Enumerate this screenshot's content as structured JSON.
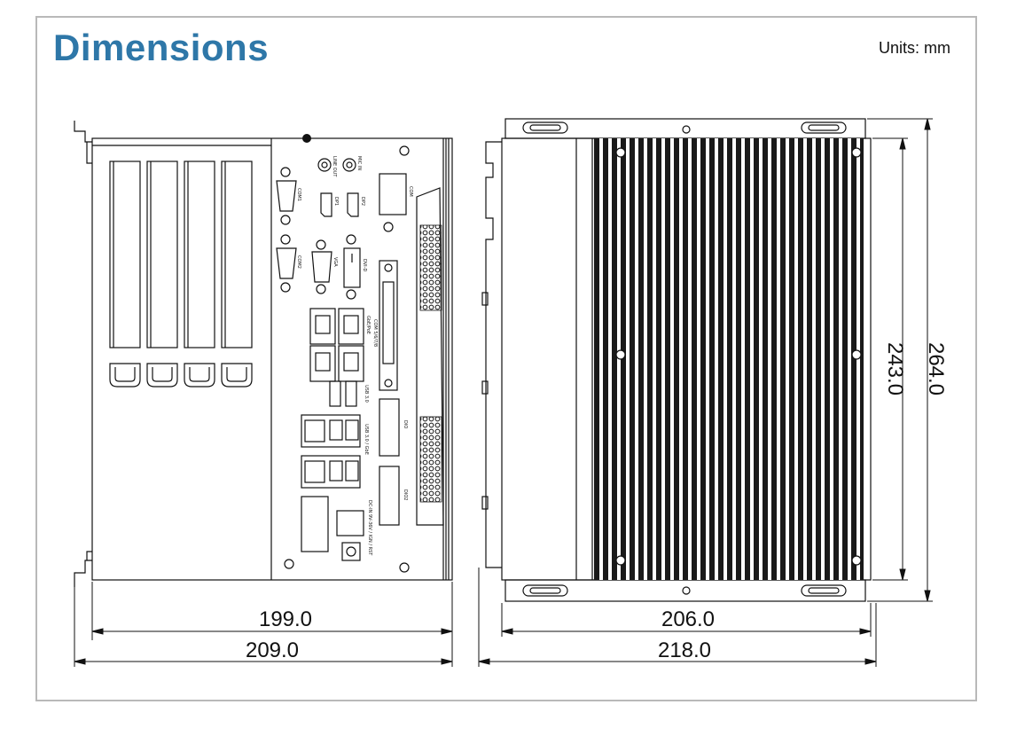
{
  "header": {
    "title": "Dimensions",
    "units": "Units: mm"
  },
  "dimensions": {
    "front_inner_width": "199.0",
    "front_outer_width": "209.0",
    "side_inner_width": "206.0",
    "side_outer_width": "218.0",
    "side_inner_height": "243.0",
    "side_outer_height": "264.0"
  },
  "panel_labels": {
    "com1": "COM1",
    "com2": "COM2",
    "vga": "VGA",
    "dvid": "DVI-D",
    "dp1": "DP1",
    "dp2": "DP2",
    "line_out": "LINE OUT",
    "mic_in": "MIC IN",
    "com_slot": "COM",
    "usb3_top": "USB 3.0",
    "usb3_lan": "USB 3.0 / GbE",
    "dio1": "DIO",
    "dio2": "DIO2",
    "power": "DC-IN 9V-36V / IGN / RST",
    "gbe": "GbE/PoE",
    "com_5_8": "COM 5/6/7/8"
  },
  "colors": {
    "title": "#2e77a8",
    "frame": "#b9b9b9",
    "line": "#111111"
  }
}
